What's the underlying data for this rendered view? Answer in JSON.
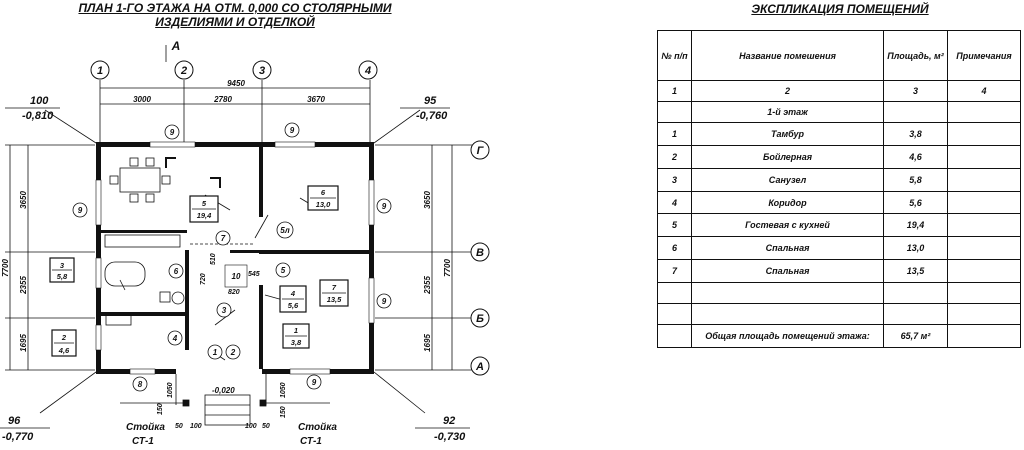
{
  "plan": {
    "title_line1": "ПЛАН 1-ГО ЭТАЖА НА ОТМ. 0,000 СО СТОЛЯРНЫМИ",
    "title_line2": "ИЗДЕЛИЯМИ И ОТДЕЛКОЙ",
    "section_mark": "А",
    "axes_top": [
      "1",
      "2",
      "3",
      "4"
    ],
    "axes_right": [
      "Г",
      "В",
      "Б",
      "А"
    ],
    "dim_total": "9450",
    "dims_top": [
      "3000",
      "2780",
      "3670"
    ],
    "dims_left_total": "7700",
    "dims_left": [
      "3650",
      "2355",
      "1695"
    ],
    "dims_right_total": "7700",
    "dims_right": [
      "3650",
      "2355",
      "1695"
    ],
    "corners": {
      "tl_num": "100",
      "tl_elev": "-0,810",
      "tr_num": "95",
      "tr_elev": "-0,760",
      "bl_num": "96",
      "bl_elev": "-0,770",
      "br_num": "92",
      "br_elev": "-0,730"
    },
    "rooms": [
      {
        "num": "5",
        "area": "19,4"
      },
      {
        "num": "6",
        "area": "13,0"
      },
      {
        "num": "3",
        "area": "5,8"
      },
      {
        "num": "7",
        "area": "13,5"
      },
      {
        "num": "4",
        "area": "5,6"
      },
      {
        "num": "2",
        "area": "4,6"
      },
      {
        "num": "1",
        "area": "3,8"
      }
    ],
    "windows": [
      "9",
      "9",
      "9",
      "9",
      "9",
      "8",
      "9"
    ],
    "door_marks": [
      "7",
      "5л",
      "6",
      "5",
      "3",
      "4",
      "1",
      "2"
    ],
    "window_10": "10",
    "dims_inner": [
      "720",
      "510",
      "545",
      "820"
    ],
    "entry_elev": "-0,020",
    "porch_dims": [
      "1050",
      "1050",
      "150",
      "150",
      "50",
      "100",
      "100",
      "50"
    ],
    "post_label": "Стойка",
    "post_mark": "СТ-1"
  },
  "explication": {
    "title": "ЭКСПЛИКАЦИЯ ПОМЕЩЕНИЙ",
    "headers": [
      "№ п/п",
      "Название помешения",
      "Площадь, м²",
      "Примечания"
    ],
    "col_numbers": [
      "1",
      "2",
      "3",
      "4"
    ],
    "floor_label": "1-й этаж",
    "rows": [
      {
        "n": "1",
        "name": "Тамбур",
        "area": "3,8"
      },
      {
        "n": "2",
        "name": "Бойлерная",
        "area": "4,6"
      },
      {
        "n": "3",
        "name": "Санузел",
        "area": "5,8"
      },
      {
        "n": "4",
        "name": "Коридор",
        "area": "5,6"
      },
      {
        "n": "5",
        "name": "Гостевая с кухней",
        "area": "19,4"
      },
      {
        "n": "6",
        "name": "Спальная",
        "area": "13,0"
      },
      {
        "n": "7",
        "name": "Спальная",
        "area": "13,5"
      }
    ],
    "total_label": "Общая  площадь помещений этажа:",
    "total_value": "65,7 м²"
  }
}
